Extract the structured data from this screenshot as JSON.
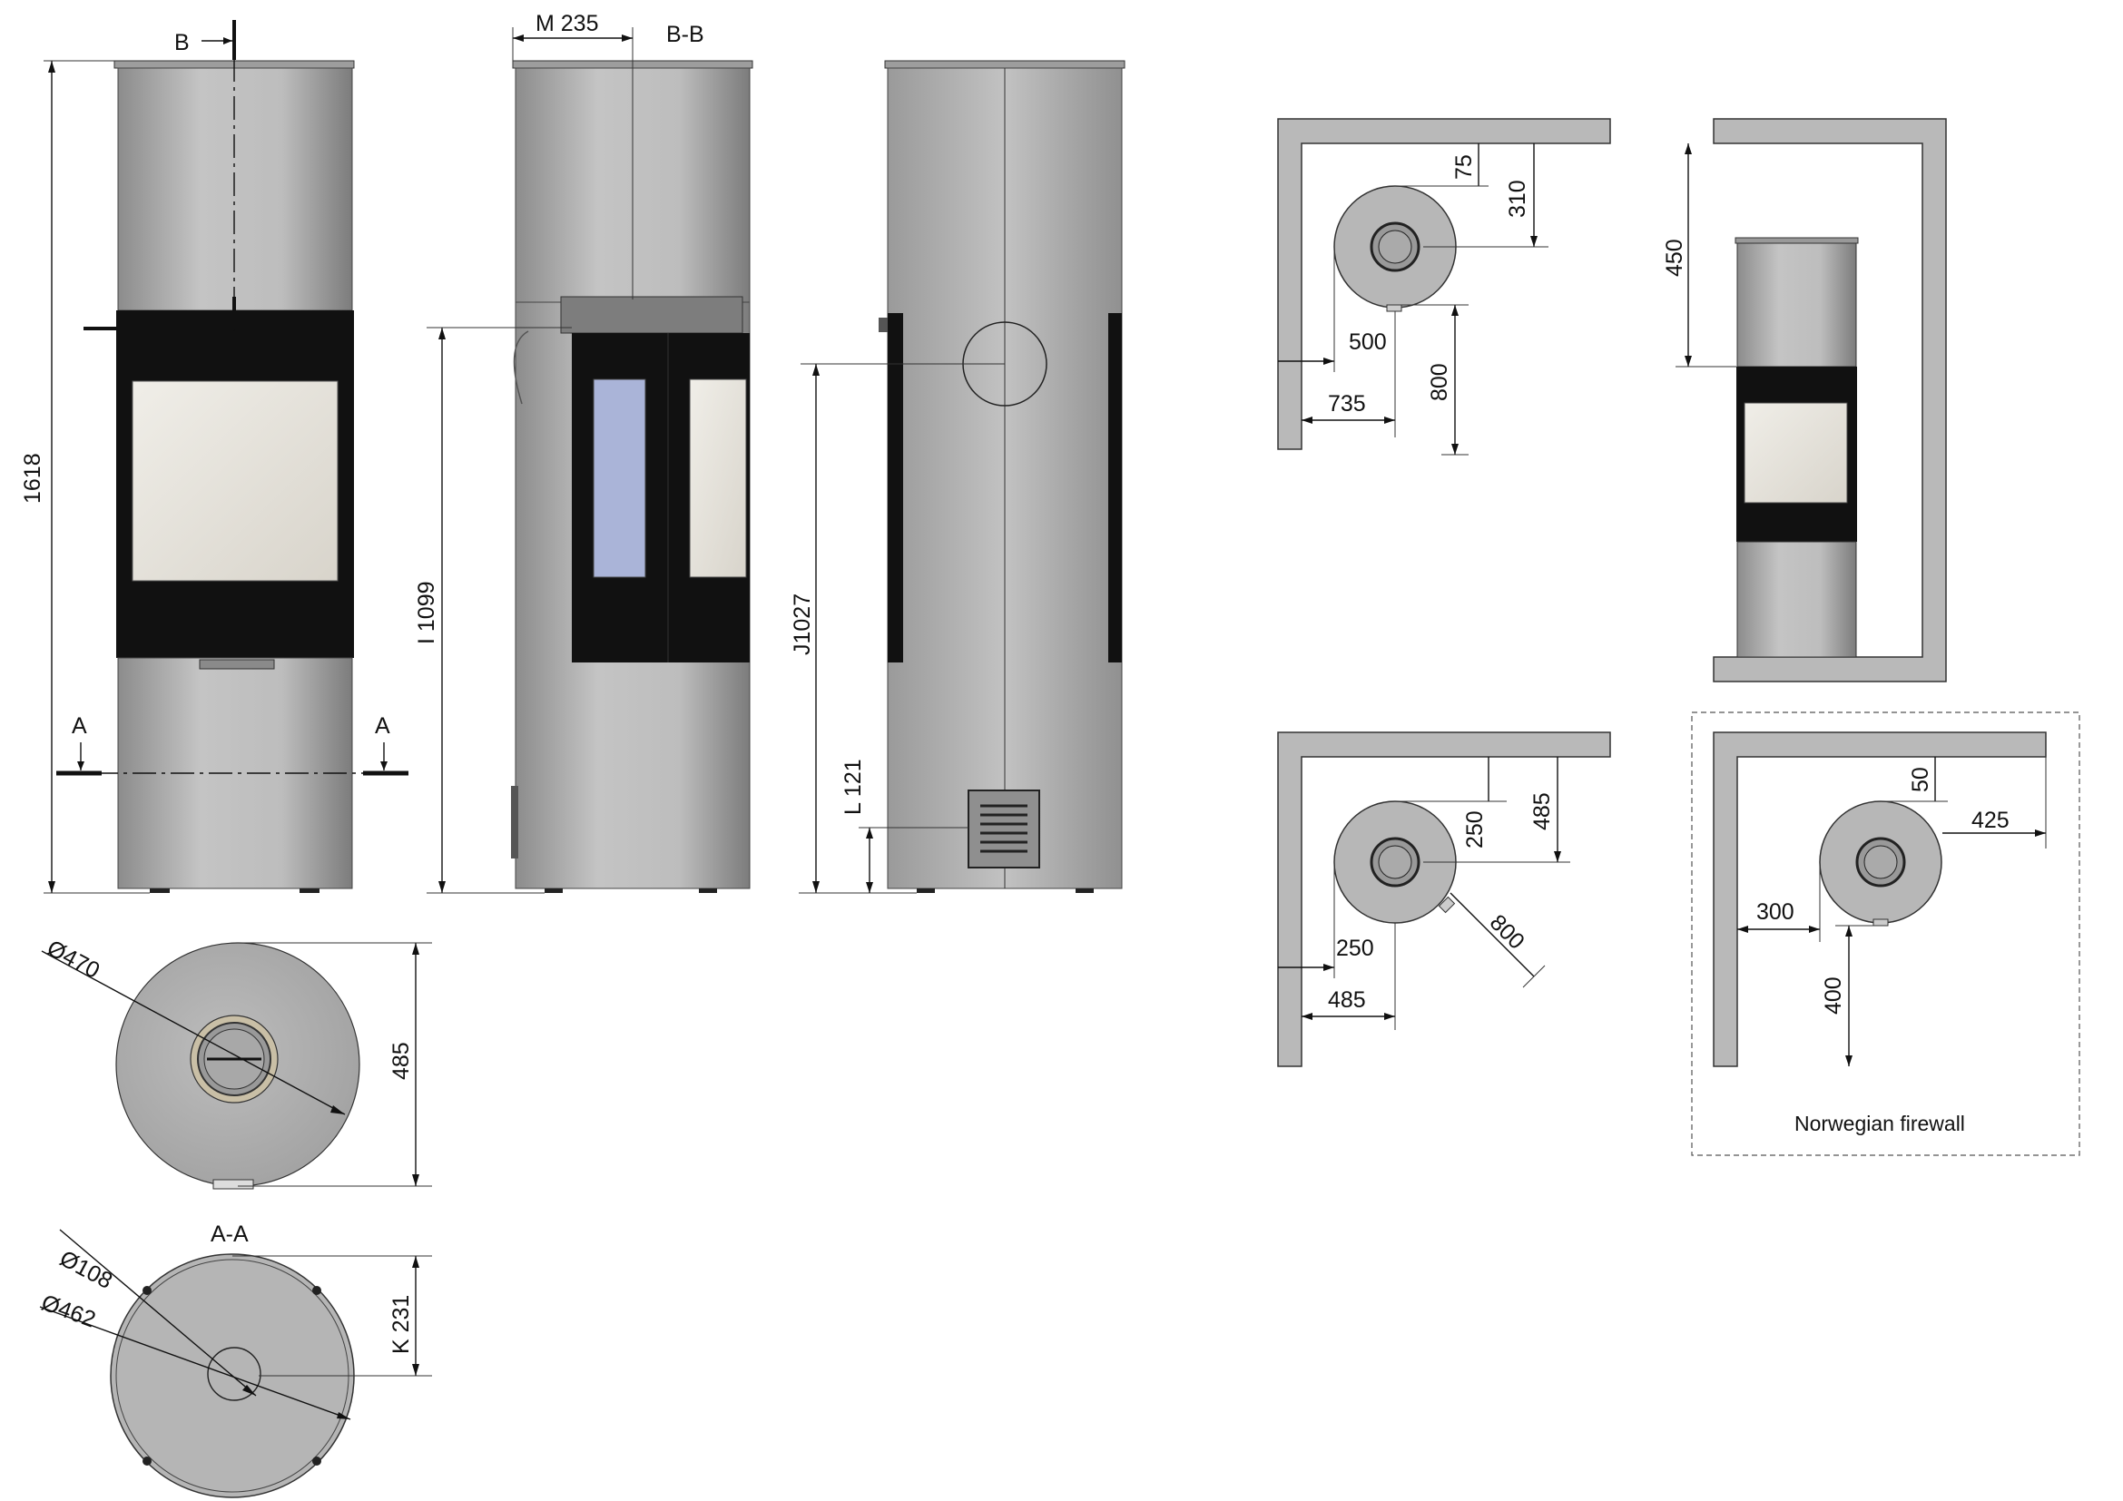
{
  "colors": {
    "stove_body": "#b7b7b7",
    "stove_dark": "#111111",
    "glass": "#e5e2db",
    "glass_side": "#aab4d8",
    "wall": "#b9b9b9",
    "line": "#111111"
  },
  "elevations": {
    "front": {
      "height_label": "1618",
      "section_b": "B",
      "section_a_left": "A",
      "section_a_right": "A"
    },
    "section_bb": {
      "title": "B-B",
      "top_dim": "M 235",
      "height_dim": "I 1099"
    },
    "back": {
      "flue_height_dim": "J1027",
      "vent_height_dim": "L 121"
    }
  },
  "plan": {
    "diameter": "Ø470",
    "depth": "485"
  },
  "section_aa": {
    "title": "A-A",
    "inner_diameter": "Ø108",
    "outer_diameter": "Ø462",
    "offset_dim": "K 231"
  },
  "clearance_corner_1": {
    "d1": "75",
    "d2": "310",
    "d3": "500",
    "d4": "735",
    "d5": "800"
  },
  "clearance_wall": {
    "d1": "450"
  },
  "clearance_corner_2": {
    "d1": "250",
    "d2": "485",
    "d3": "800",
    "d4": "250",
    "d5": "485"
  },
  "norwegian": {
    "d1": "50",
    "d2": "425",
    "d3": "300",
    "d4": "400",
    "caption": "Norwegian firewall"
  }
}
